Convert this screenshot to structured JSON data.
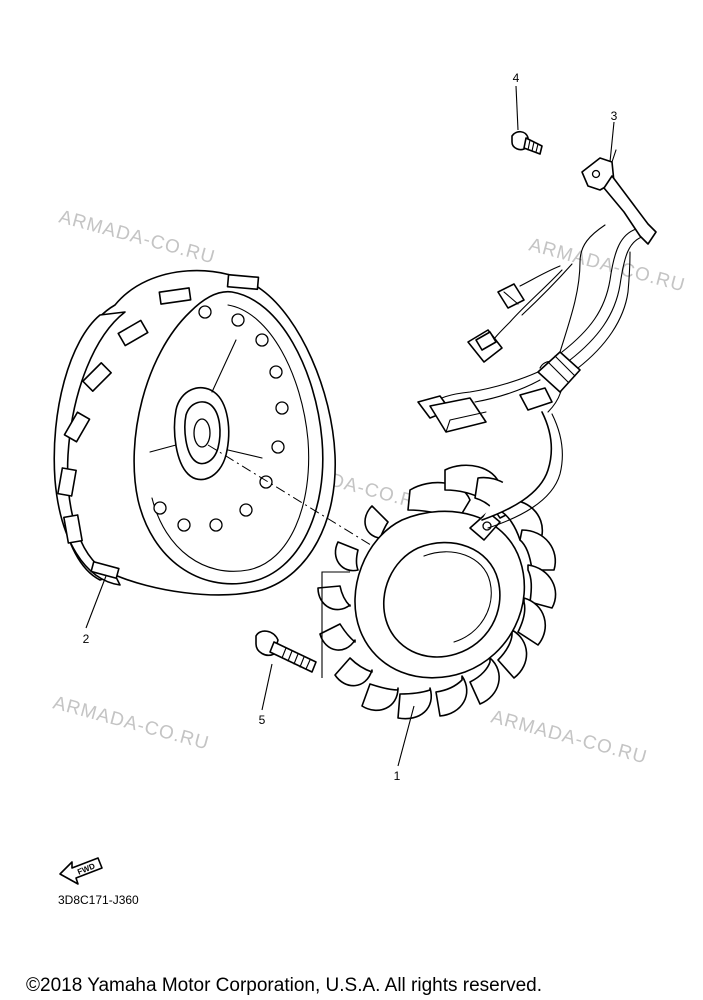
{
  "watermark": "ARMADA-CO.RU",
  "callouts": {
    "p1": "1",
    "p2": "2",
    "p3": "3",
    "p4": "4",
    "p5": "5"
  },
  "fwd_label": "FWD",
  "diagram_code": "3D8C171-J360",
  "copyright": "©2018 Yamaha Motor Corporation, U.S.A. All rights reserved."
}
